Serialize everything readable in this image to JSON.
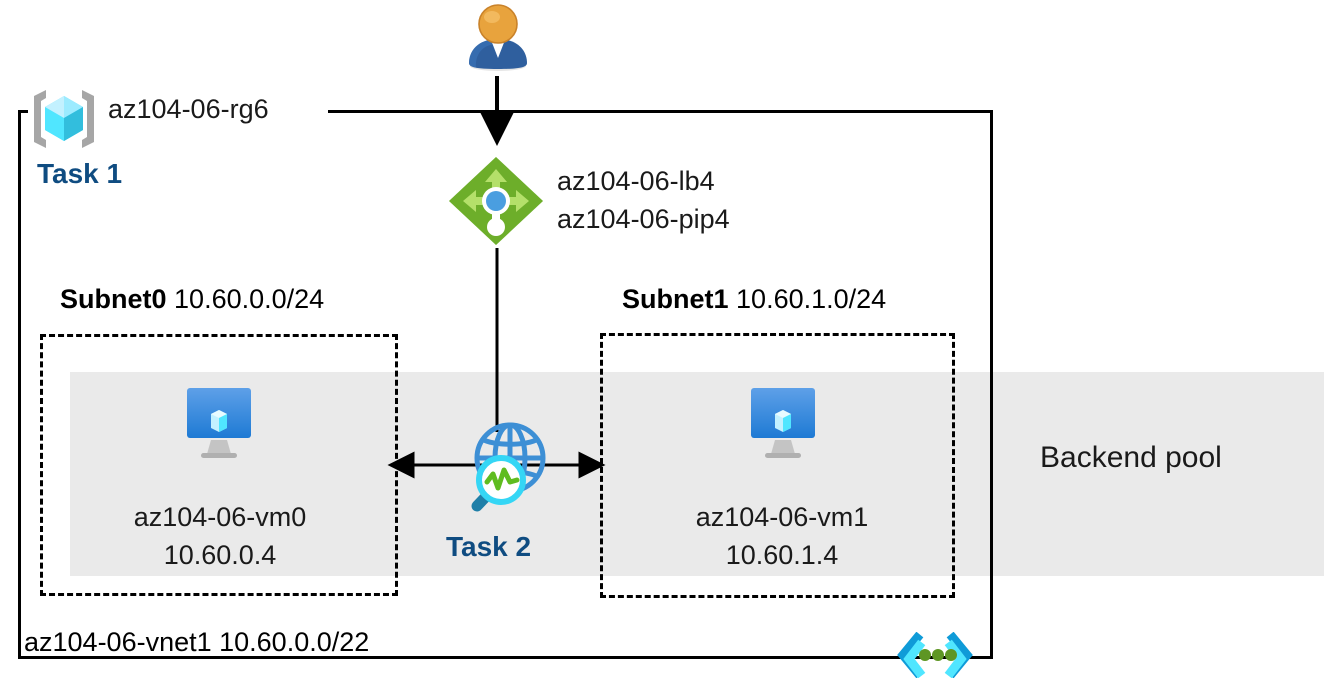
{
  "diagram": {
    "type": "azure-architecture",
    "title": "az104-06-rg6 resource group with load balancer and backend pool",
    "colors": {
      "task_blue": "#0f4c81",
      "backend_band": "#eaeaea",
      "lb_green": "#7cb342",
      "vm_blue": "#2e8ce0",
      "vnet_cyan": "#00b7f1",
      "vnet_green": "#5e9624",
      "nw_globe_blue": "#3d8fd5",
      "nw_wave_green": "#5fbc20",
      "user_orange": "#e8a33d",
      "user_body_blue": "#2f5f9e",
      "border_black": "#000000"
    }
  },
  "resource_group": {
    "icon": "resource-group-cube-icon",
    "name": "az104-06-rg6",
    "task_label": "Task 1"
  },
  "client": {
    "icon": "user-icon"
  },
  "load_balancer": {
    "icon": "load-balancer-icon",
    "lb_name": "az104-06-lb4",
    "pip_name": "az104-06-pip4"
  },
  "vnet": {
    "icon": "virtual-network-icon",
    "label": "az104-06-vnet1 10.60.0.0/22",
    "name": "az104-06-vnet1",
    "address_space": "10.60.0.0/22"
  },
  "backend_pool": {
    "label": "Backend pool"
  },
  "network_watcher": {
    "icon": "network-watcher-globe-icon",
    "task_label": "Task 2"
  },
  "subnets": [
    {
      "name": "Subnet0",
      "cidr": "10.60.0.0/24",
      "vm": {
        "icon": "virtual-machine-icon",
        "name": "az104-06-vm0",
        "ip": "10.60.0.4"
      }
    },
    {
      "name": "Subnet1",
      "cidr": "10.60.1.0/24",
      "vm": {
        "icon": "virtual-machine-icon",
        "name": "az104-06-vm1",
        "ip": "10.60.1.4"
      }
    }
  ]
}
